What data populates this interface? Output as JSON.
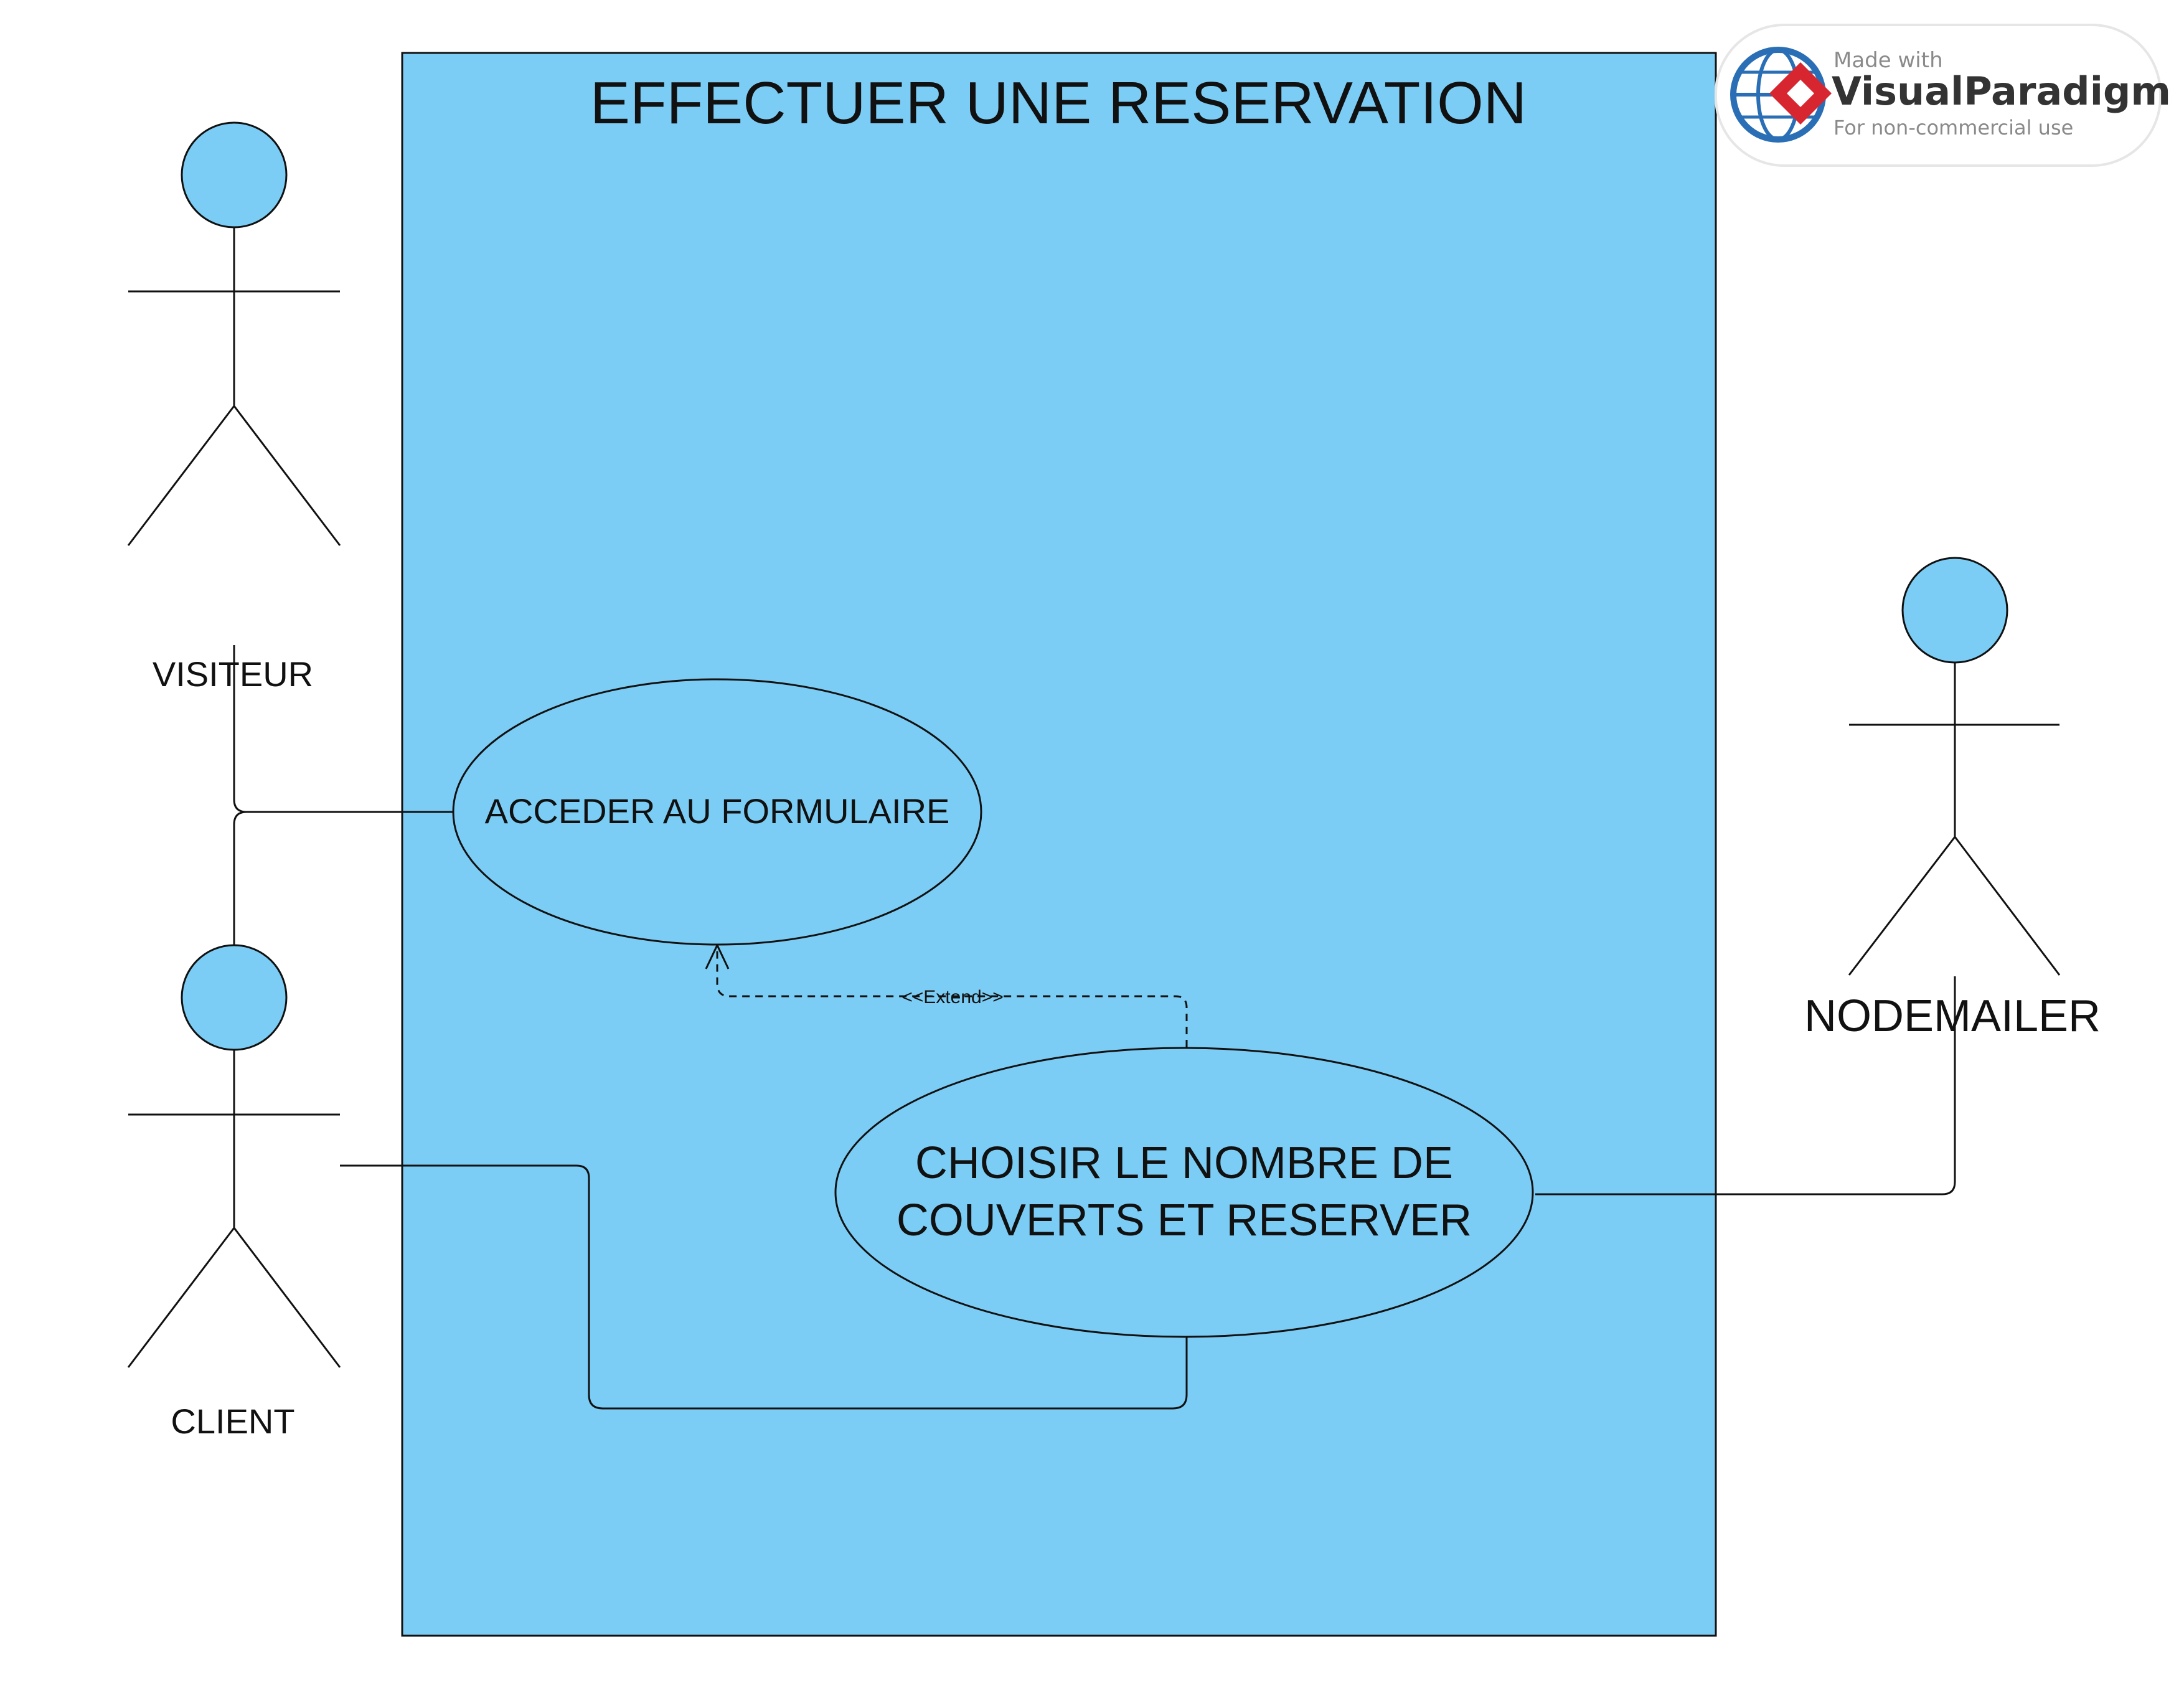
{
  "system": {
    "title": "EFFECTUER UNE RESERVATION"
  },
  "actors": {
    "visiteur": "VISITEUR",
    "client": "CLIENT",
    "nodemailer": "NODEMAILER"
  },
  "use_cases": {
    "acceder": "ACCEDER AU FORMULAIRE",
    "choisir_line1": "CHOISIR LE NOMBRE DE",
    "choisir_line2": "COUVERTS ET RESERVER"
  },
  "relations": {
    "extend_label": "<<Extend>>"
  },
  "watermark": {
    "made_with": "Made with",
    "brand_visual": "Visual",
    "brand_paradigm": "Paradigm",
    "note": "For non-commercial use"
  },
  "colors": {
    "system_fill": "#7BCDF5",
    "actor_head_fill": "#7BCDF5",
    "line": "#111111",
    "brand_red": "#D7262F",
    "brand_blue": "#2A6FB5"
  }
}
